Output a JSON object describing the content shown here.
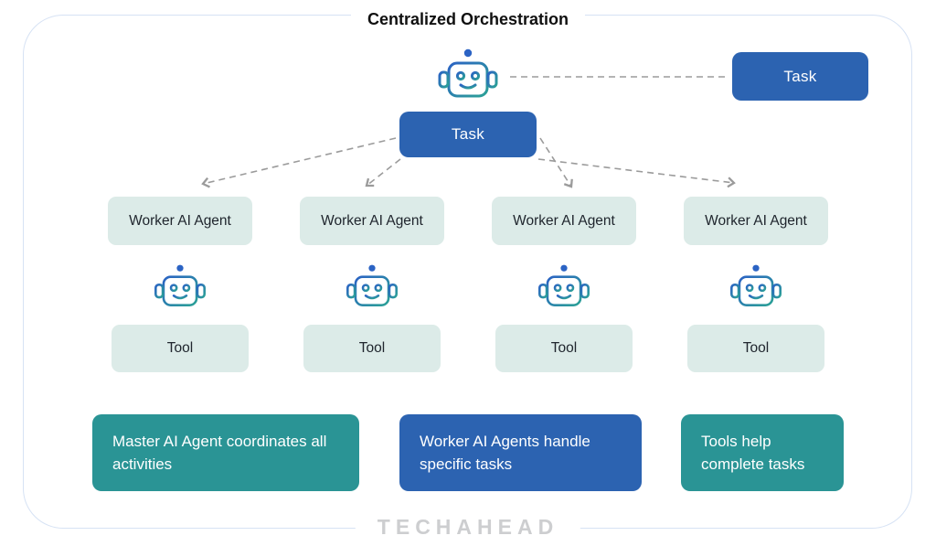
{
  "title": "Centralized Orchestration",
  "orchestrator": {
    "robot_icon": "robot-icon",
    "task_label": "Task",
    "side_task_label": "Task"
  },
  "workers": [
    {
      "label": "Worker AI Agent",
      "tool_label": "Tool"
    },
    {
      "label": "Worker AI Agent",
      "tool_label": "Tool"
    },
    {
      "label": "Worker AI Agent",
      "tool_label": "Tool"
    },
    {
      "label": "Worker AI Agent",
      "tool_label": "Tool"
    }
  ],
  "legend": [
    {
      "text": "Master AI Agent coordinates all activities",
      "color": "#2A9495"
    },
    {
      "text": "Worker AI Agents handle specific tasks",
      "color": "#2C63B1"
    },
    {
      "text": "Tools help complete tasks",
      "color": "#2A9495"
    }
  ],
  "footer": {
    "logo_text": "TECHAHEAD"
  },
  "colors": {
    "task_blue": "#2C63B1",
    "legend_teal": "#2A9495",
    "light_mint": "#DCEBE8",
    "card_border": "#D6E2F4",
    "arrow_gray": "#9B9B9B",
    "robot_blue": "#2B63C4",
    "robot_teal": "#2BA196",
    "logo_gray": "#CDCED0",
    "text_dark": "#20262E"
  }
}
